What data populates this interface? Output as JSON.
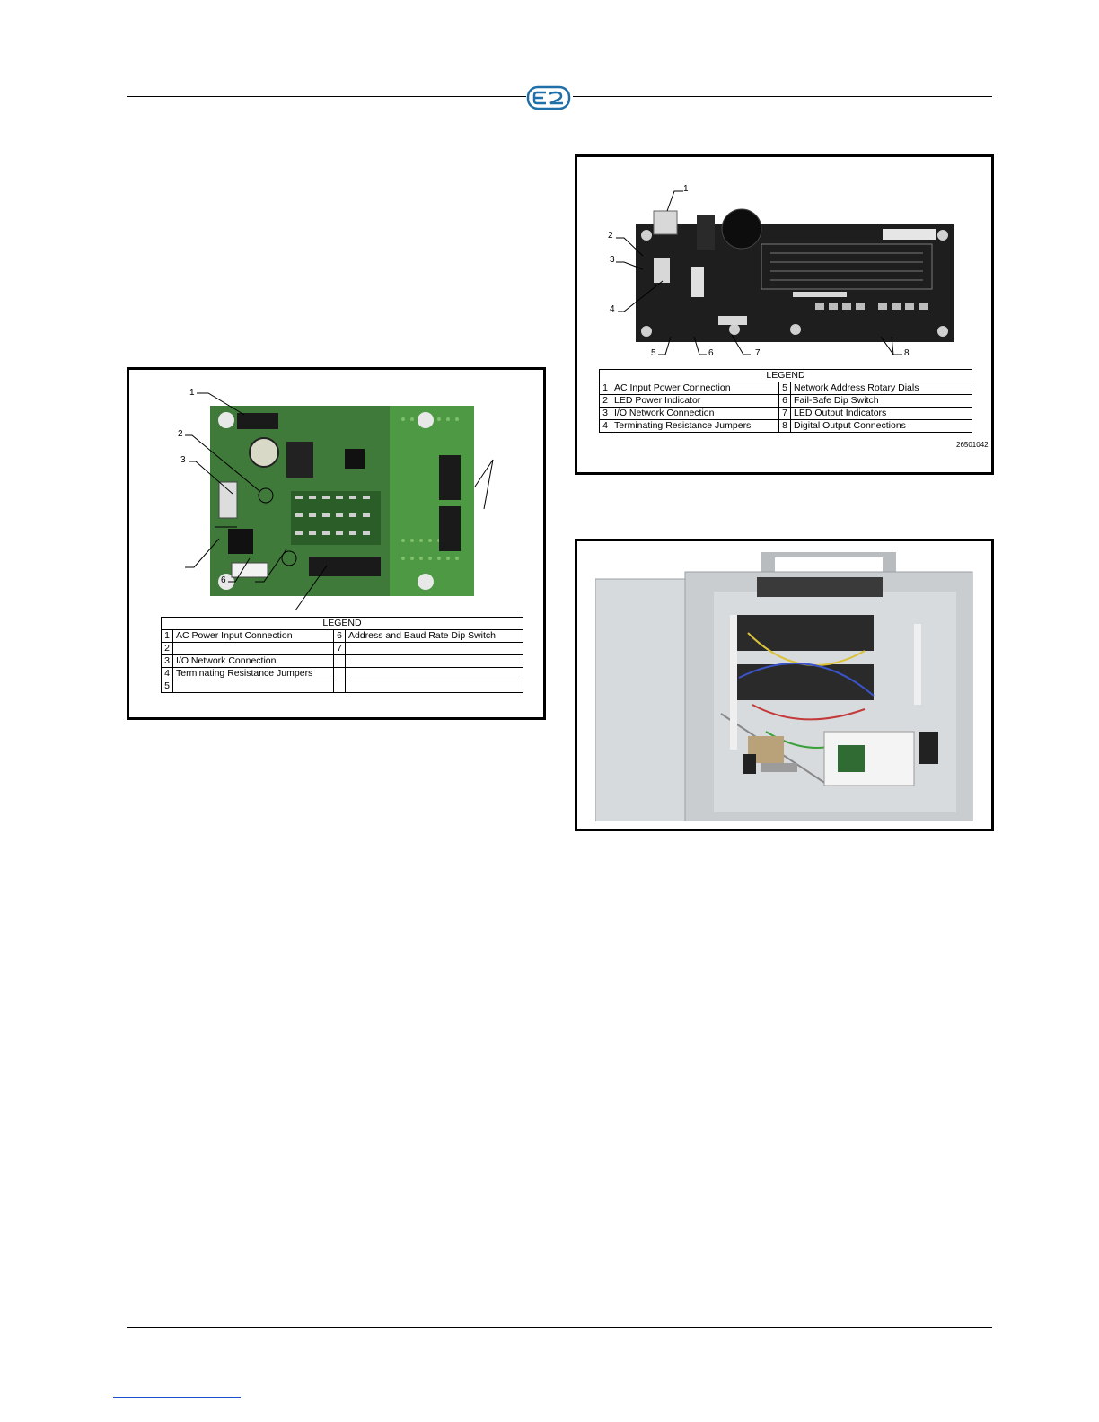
{
  "header": {
    "logo_text": "E2",
    "logo_color": "#1f6fa8"
  },
  "figure_left": {
    "callouts": [
      "1",
      "2",
      "3",
      "6"
    ],
    "legend": {
      "title": "LEGEND",
      "rows": [
        {
          "n1": "1",
          "t1": "AC Power Input Connection",
          "n2": "6",
          "t2": "Address and Baud Rate Dip Switch"
        },
        {
          "n1": "2",
          "t1": "",
          "n2": "7",
          "t2": ""
        },
        {
          "n1": "3",
          "t1": "I/O Network Connection",
          "n2": "",
          "t2": ""
        },
        {
          "n1": "4",
          "t1": "Terminating Resistance Jumpers",
          "n2": "",
          "t2": ""
        },
        {
          "n1": "5",
          "t1": "",
          "n2": "",
          "t2": ""
        }
      ]
    }
  },
  "figure_right_top": {
    "callouts": [
      "1",
      "2",
      "3",
      "4",
      "5",
      "6",
      "7",
      "8"
    ],
    "legend": {
      "title": "LEGEND",
      "rows": [
        {
          "n1": "1",
          "t1": "AC Input Power Connection",
          "n2": "5",
          "t2": "Network Address Rotary Dials"
        },
        {
          "n1": "2",
          "t1": "LED Power Indicator",
          "n2": "6",
          "t2": "Fail-Safe Dip Switch"
        },
        {
          "n1": "3",
          "t1": "I/O Network Connection",
          "n2": "7",
          "t2": "LED Output Indicators"
        },
        {
          "n1": "4",
          "t1": "Terminating Resistance Jumpers",
          "n2": "8",
          "t2": "Digital Output Connections"
        }
      ]
    },
    "part_number": "26501042"
  },
  "colors": {
    "pcb_green": "#3f7a3a",
    "pcb_dark": "#1e1e1e",
    "enclosure_grey": "#c9cdd0"
  }
}
